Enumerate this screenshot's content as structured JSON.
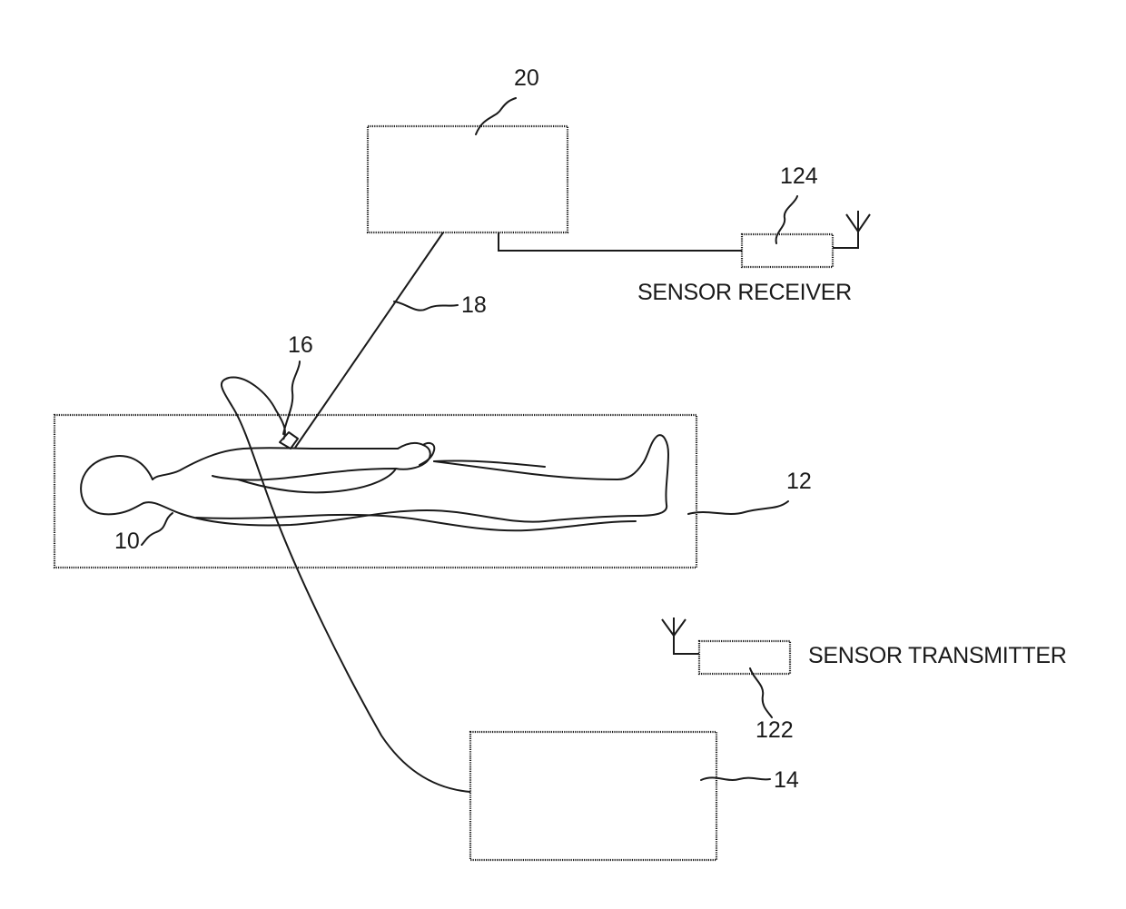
{
  "labels": {
    "console_ref": "20",
    "receiver_ref": "124",
    "receiver_caption": "SENSOR RECEIVER",
    "cable_ref": "18",
    "probe_ref": "16",
    "table_ref": "12",
    "patient_ref": "10",
    "transmitter_caption": "SENSOR TRANSMITTER",
    "transmitter_ref": "122",
    "unit_ref": "14"
  },
  "icons": [
    "antenna-icon",
    "antenna-icon"
  ]
}
